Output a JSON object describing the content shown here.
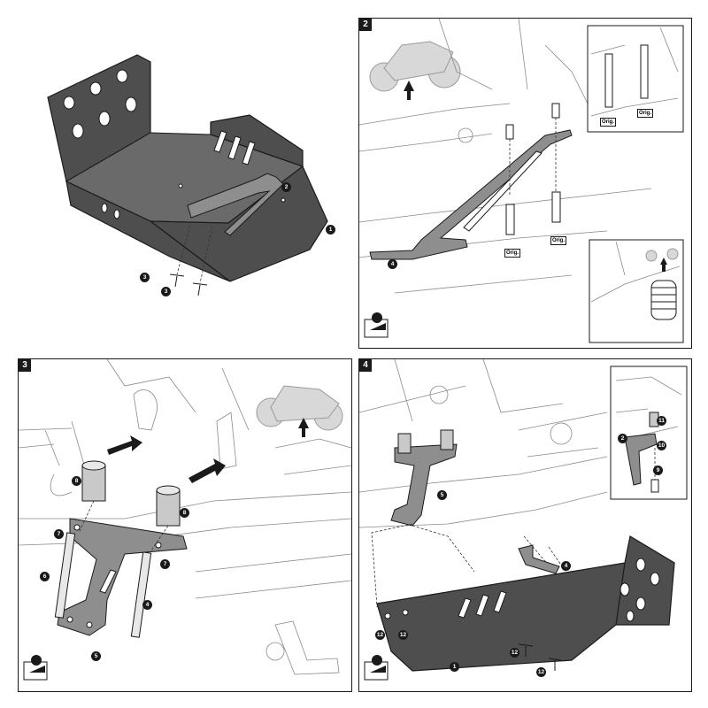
{
  "panels": [
    {
      "step": "",
      "callouts": [
        {
          "text": "1"
        },
        {
          "text": "2"
        },
        {
          "text": "3"
        },
        {
          "text": "3"
        }
      ]
    },
    {
      "step": "2",
      "callouts": [
        {
          "text": "4"
        }
      ],
      "orig_labels": [
        "Orig.",
        "Orig.",
        "Orig.",
        "Orig."
      ]
    },
    {
      "step": "3",
      "callouts": [
        {
          "text": "8"
        },
        {
          "text": "8"
        },
        {
          "text": "7"
        },
        {
          "text": "7"
        },
        {
          "text": "6"
        },
        {
          "text": "4"
        },
        {
          "text": "5"
        }
      ]
    },
    {
      "step": "4",
      "callouts": [
        {
          "text": "5"
        },
        {
          "text": "11"
        },
        {
          "text": "2"
        },
        {
          "text": "10"
        },
        {
          "text": "9"
        },
        {
          "text": "4"
        },
        {
          "text": "12"
        },
        {
          "text": "12"
        },
        {
          "text": "12"
        },
        {
          "text": "12"
        },
        {
          "text": "1"
        }
      ]
    }
  ],
  "icons": [
    "motorcycle-silhouette-icon",
    "arrow-up-icon",
    "workshop-icon",
    "arrow-right-icon"
  ],
  "colors": {
    "plate": "#4e4e4e",
    "bracket": "#8e8e8e",
    "line": "#1a1a1a"
  }
}
